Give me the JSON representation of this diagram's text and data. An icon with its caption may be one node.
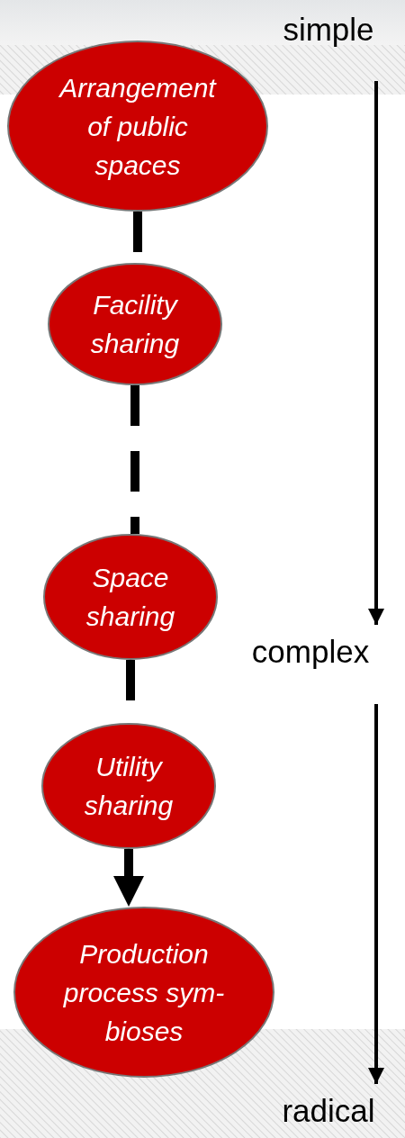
{
  "diagram": {
    "nodes": [
      {
        "text": [
          "Arrangement of public spaces"
        ]
      },
      {
        "text": [
          "Facility sharing"
        ]
      },
      {
        "text": [
          "Space sharing"
        ]
      },
      {
        "text": [
          "Utility sharing"
        ]
      },
      {
        "text": [
          "Production process sym- bioses"
        ]
      },
      {
        "text": [
          "simple"
        ]
      },
      {
        "text": [
          "complex"
        ]
      },
      {
        "text": [
          "radical"
        ]
      }
    ],
    "edges": [
      {
        "from": 0,
        "to": 1,
        "arrow": "none",
        "style": "dashed"
      },
      {
        "from": 1,
        "to": 2,
        "arrow": "none",
        "style": "dashed"
      },
      {
        "from": 2,
        "to": 3,
        "arrow": "none",
        "style": "dashed"
      },
      {
        "from": 3,
        "to": 4,
        "arrow": "to",
        "style": "dashed"
      },
      {
        "from": 5,
        "to": 6,
        "arrow": "to"
      },
      {
        "from": 6,
        "to": 7,
        "arrow": "to"
      }
    ]
  }
}
